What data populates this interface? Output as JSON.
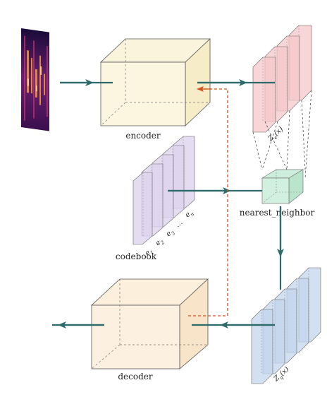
{
  "labels": {
    "encoder": "encoder",
    "decoder": "decoder",
    "codebook": "codebook",
    "nearest_neighbor": "nearest_neighbor",
    "ze": "Z",
    "ze_sub": "e",
    "ze_arg": "(x)",
    "zq": "Z",
    "zq_sub": "q",
    "zq_arg": "(x)",
    "e1": "e",
    "e1_sub": "1",
    "e2": "e",
    "e2_sub": "2",
    "e3": "e",
    "e3_sub": "3",
    "dots": "…",
    "en": "e",
    "en_sub": "n"
  },
  "colors": {
    "arrow": "#2e6b6b",
    "dashed_arrow": "#d4521c",
    "encoder_fill": "#fbf4dc",
    "decoder_fill": "#fcefdc",
    "ze_fill": "#f6c7c9",
    "zq_fill": "#c3d6ec",
    "codebook_fill": "#ddd3ee",
    "nn_fill": "#cdeedc",
    "edge": "#555555"
  }
}
